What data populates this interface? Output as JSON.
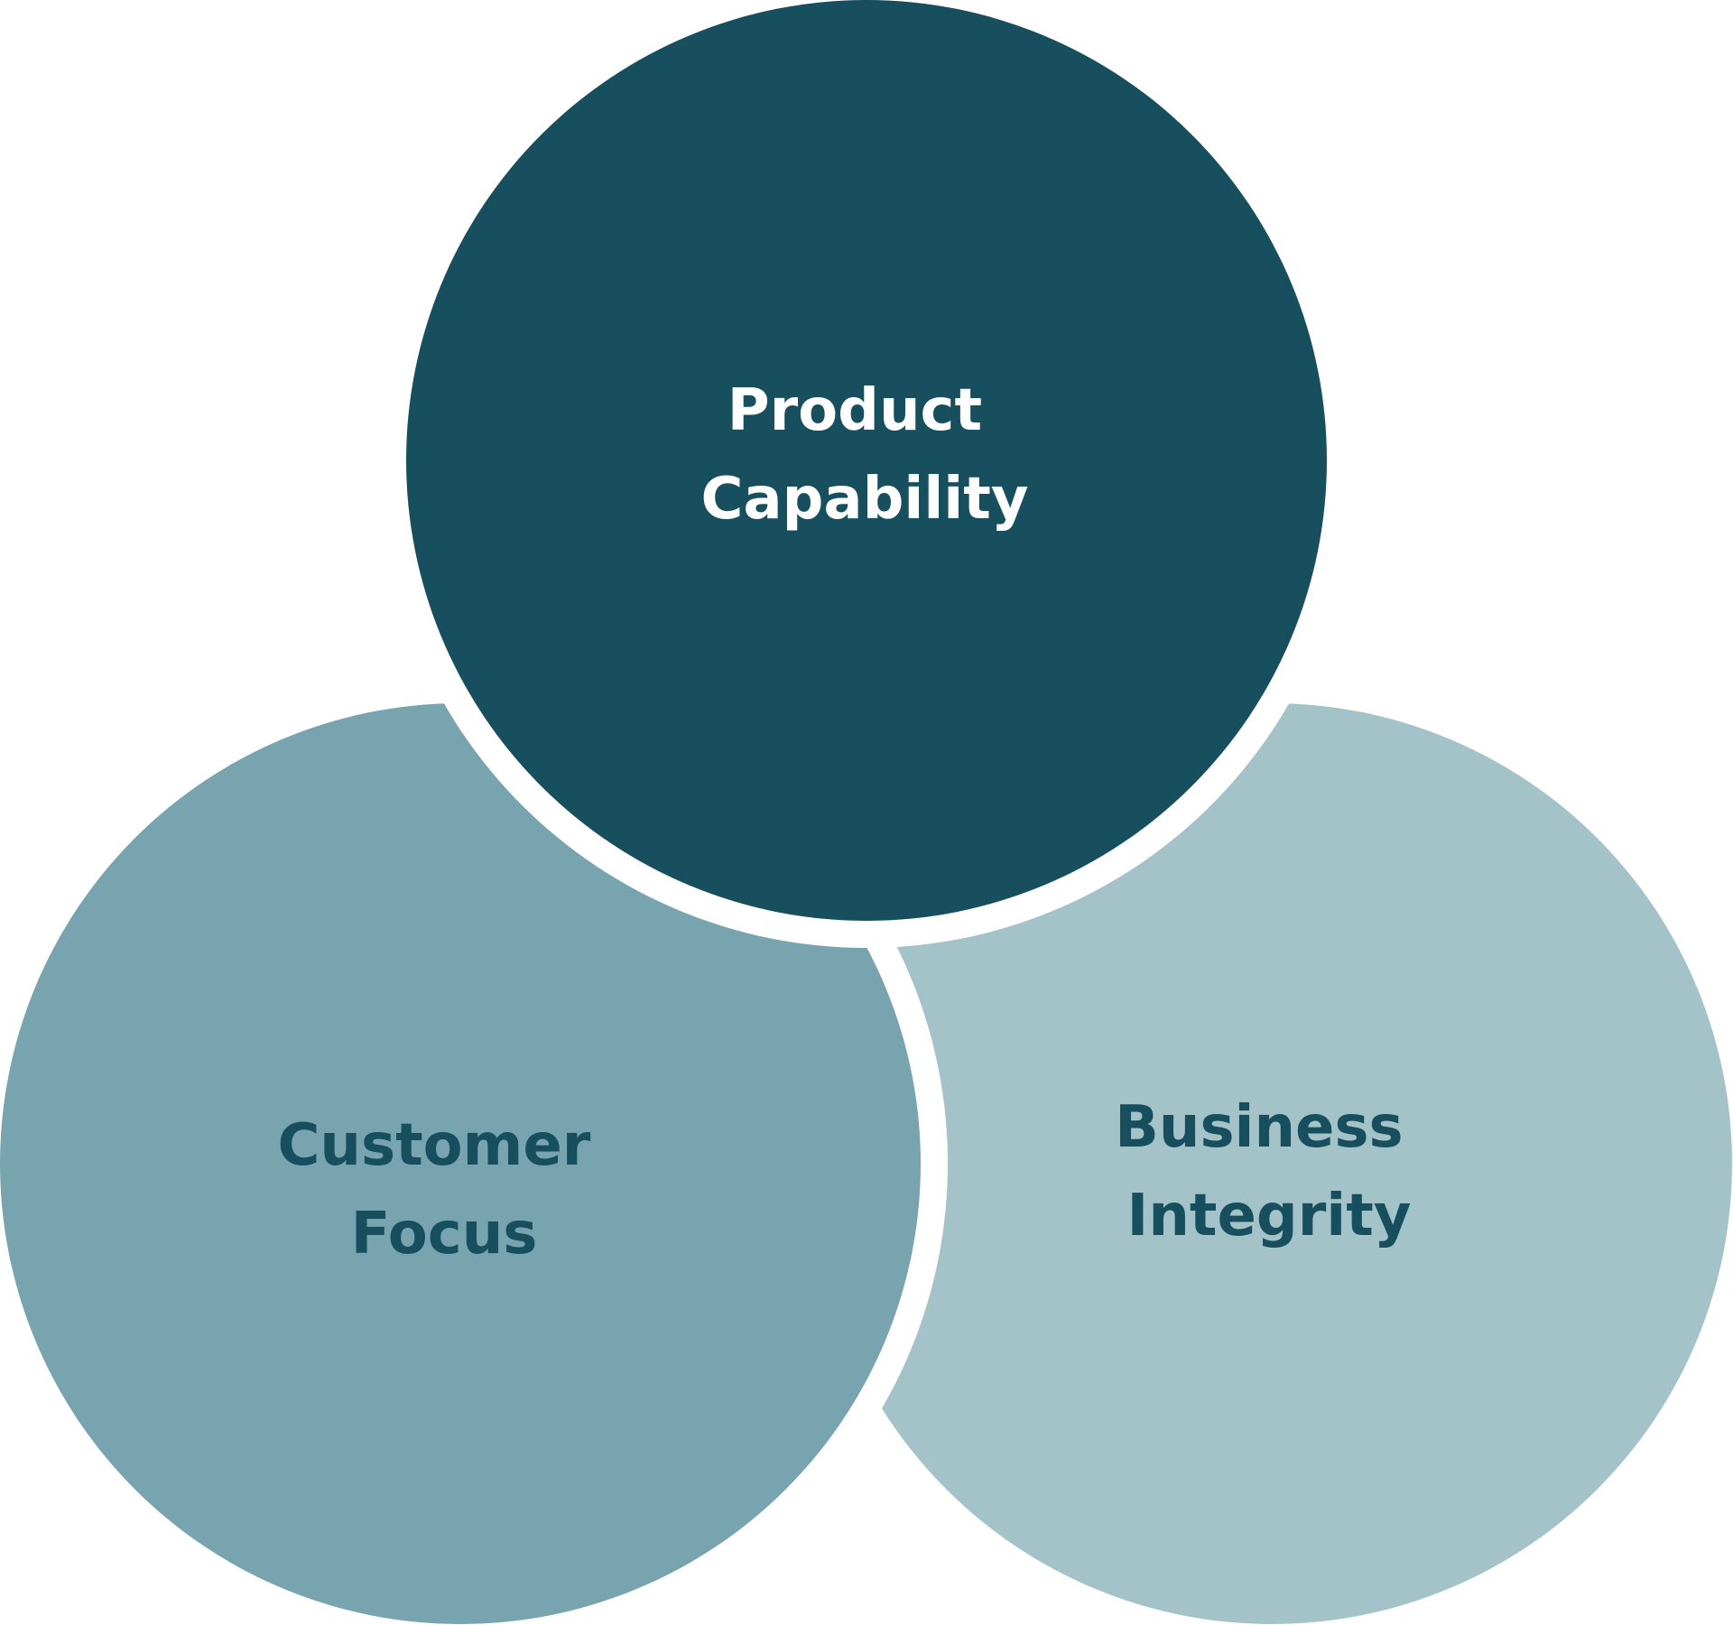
{
  "circles": [
    {
      "id": "product-capability",
      "label_lines": [
        "Product",
        "Capability"
      ],
      "fill": "#174f5f",
      "text_color": "#ffffff"
    },
    {
      "id": "customer-focus",
      "label_lines": [
        "Customer",
        "Focus"
      ],
      "fill": "#77a4af",
      "text_color": "#174f5f"
    },
    {
      "id": "business-integrity",
      "label_lines": [
        "Business",
        "Integrity"
      ],
      "fill": "#a4c3c9",
      "text_color": "#174f5f"
    }
  ],
  "colors": {
    "background": "#ffffff",
    "separator": "#ffffff"
  }
}
